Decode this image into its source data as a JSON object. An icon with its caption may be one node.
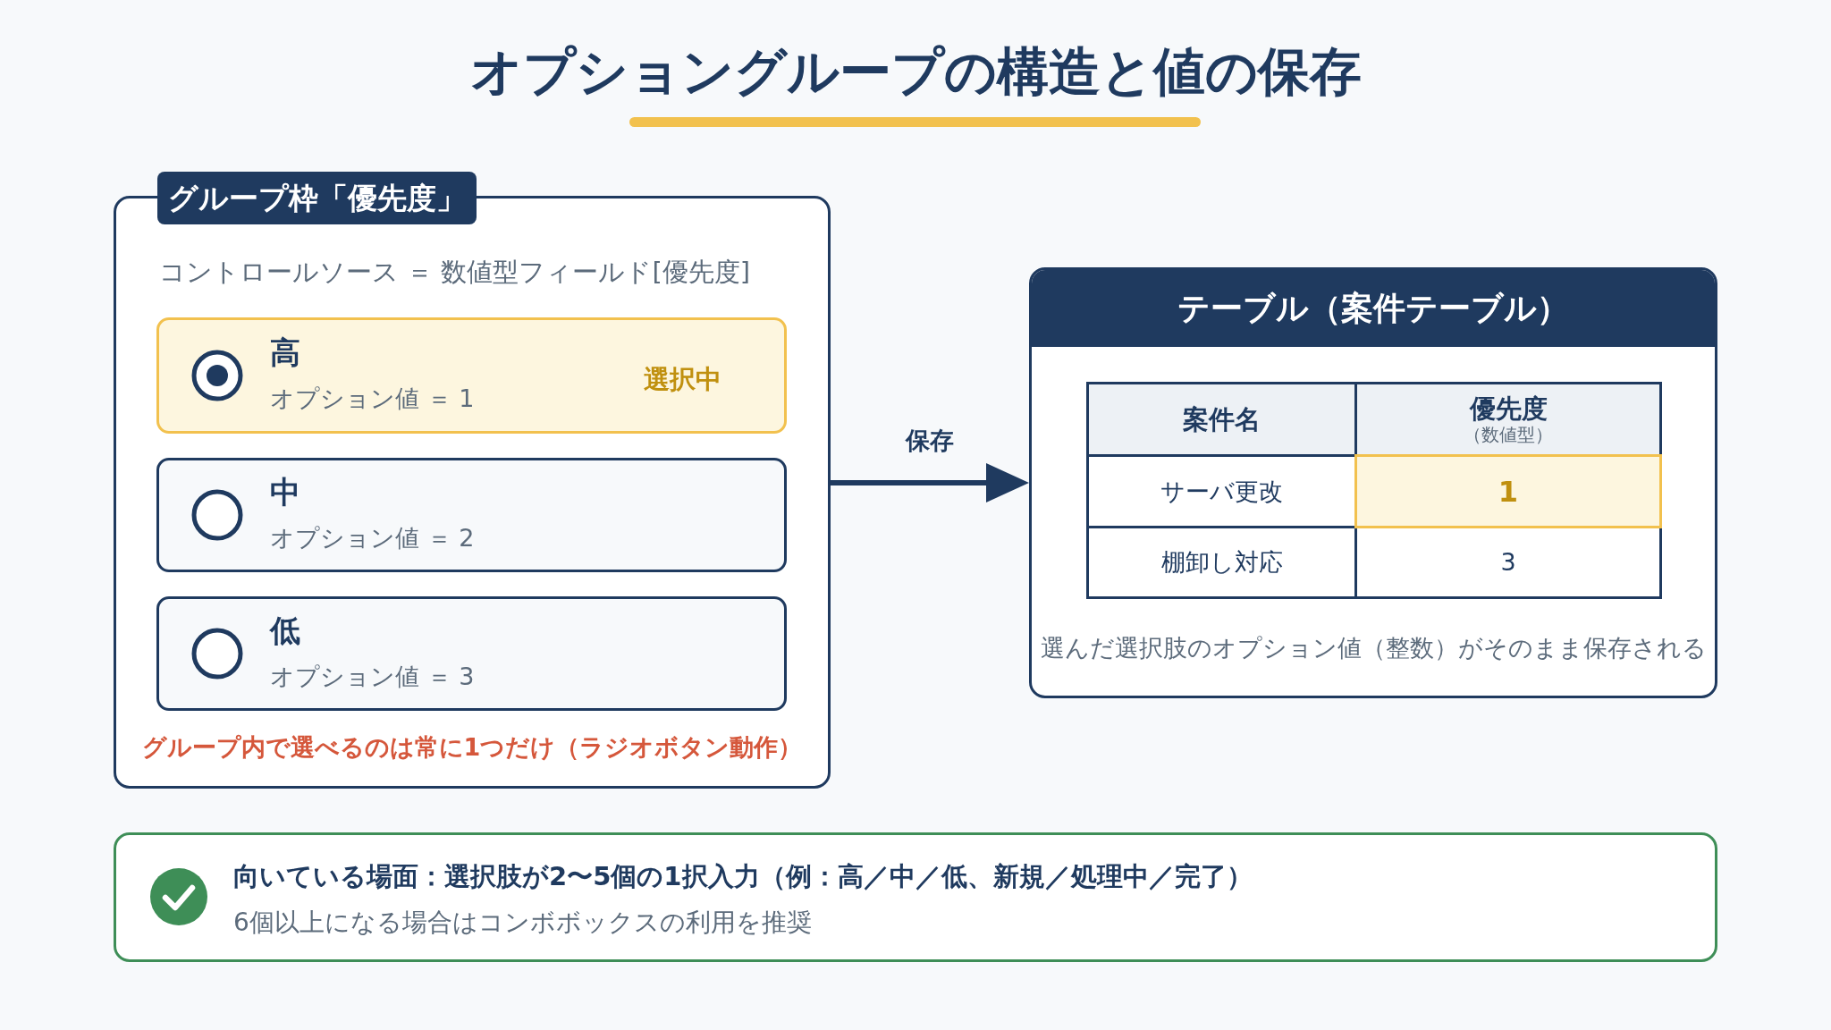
{
  "diagram": {
    "title": "オプショングループの構造と値の保存",
    "nodes": [
      {
        "text": [
          "グループ枠「優先度」",
          "コントロールソース ＝ 数値型フィールド[優先度]",
          "グループ内で選べるのは常に1つだけ（ラジオボタン動作）"
        ]
      },
      {
        "text": [
          "高",
          "オプション値 ＝ 1",
          "選択中"
        ],
        "in": 0
      },
      {
        "text": [
          "中",
          "オプション値 ＝ 2"
        ],
        "in": 0
      },
      {
        "text": [
          "低",
          "オプション値 ＝ 3"
        ],
        "in": 0
      },
      {
        "text": [
          "テーブル（案件テーブル）",
          "選んだ選択肢のオプション値（整数）がそのまま保存される"
        ]
      },
      {
        "text": [
          "向いている場面：選択肢が2〜5個の1択入力（例：高／中／低、新規／処理中／完了）",
          "6個以上になる場合はコンボボックスの利用を推奨"
        ]
      }
    ],
    "edges": [
      {
        "from": 0,
        "to": 4,
        "arrow": "to",
        "label": "保存"
      }
    ],
    "labels": [
      "案件名",
      "優先度",
      "（数値型）",
      "サーバ更改",
      "1",
      "棚卸し対応",
      "3"
    ]
  }
}
